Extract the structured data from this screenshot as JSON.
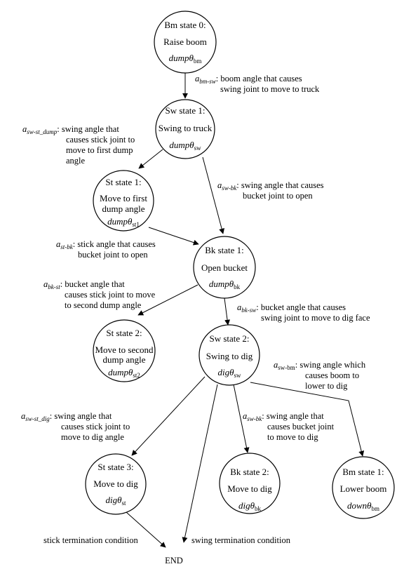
{
  "nodes": {
    "bm0": {
      "title": "Bm state 0:",
      "label": "Raise boom",
      "param_main": "dumpθ",
      "param_sub": "bm"
    },
    "sw1": {
      "title": "Sw state 1:",
      "label": "Swing to truck",
      "param_main": "dumpθ",
      "param_sub": "sw"
    },
    "st1": {
      "title": "St state 1:",
      "label1": "Move to first",
      "label2": "dump angle",
      "param_main": "dumpθ",
      "param_sub": "st1"
    },
    "bk1": {
      "title": "Bk state 1:",
      "label": "Open bucket",
      "param_main": "dumpθ",
      "param_sub": "bk"
    },
    "st2": {
      "title": "St state 2:",
      "label1": "Move to second",
      "label2": "dump angle",
      "param_main": "dumpθ",
      "param_sub": "st2"
    },
    "sw2": {
      "title": "Sw state 2:",
      "label": "Swing to dig",
      "param_main": "digθ",
      "param_sub": "sw"
    },
    "st3": {
      "title": "St state 3:",
      "label": "Move to dig",
      "param_main": "digθ",
      "param_sub": "st"
    },
    "bk2": {
      "title": "Bk state 2:",
      "label": "Move to dig",
      "param_main": "digθ",
      "param_sub": "bk"
    },
    "bm1": {
      "title": "Bm state 1:",
      "label": "Lower boom",
      "param_main": "downθ",
      "param_sub": "bm"
    }
  },
  "annotations": {
    "a_bm_sw": {
      "sym": "a",
      "sub": "bm-sw",
      "line1": ": boom angle that causes",
      "line2": "swing joint to move to truck"
    },
    "a_sw_st_dump": {
      "sym": "a",
      "sub": "sw-st_dump",
      "line1": ": swing angle that",
      "line2": "causes stick joint to",
      "line3": "move to first dump",
      "line4": "angle"
    },
    "a_sw_bk": {
      "sym": "a",
      "sub": "sw-bk",
      "line1": ": swing angle that causes",
      "line2": "bucket joint to open"
    },
    "a_st_bk": {
      "sym": "a",
      "sub": "st-bk",
      "line1": ": stick angle that causes",
      "line2": "bucket joint to open"
    },
    "a_bk_st": {
      "sym": "a",
      "sub": "bk-st",
      "line1": ": bucket angle that",
      "line2": "causes stick joint to move",
      "line3": "to second dump angle"
    },
    "a_bk_sw": {
      "sym": "a",
      "sub": "bk-sw",
      "line1": ": bucket angle that causes",
      "line2": "swing joint to move to dig face"
    },
    "a_sw_bm": {
      "sym": "a",
      "sub": "sw-bm",
      "line1": ": swing angle which",
      "line2": "causes boom to",
      "line3": "lower to dig"
    },
    "a_sw_st_dig": {
      "sym": "a",
      "sub": "sw-st_dig",
      "line1": ": swing angle that",
      "line2": "causes stick joint to",
      "line3": "move to dig angle"
    },
    "a_sw_bk2": {
      "sym": "a",
      "sub": "sw-bk",
      "line1": ": swing angle that",
      "line2": "causes bucket joint",
      "line3": "to move to dig"
    }
  },
  "terminations": {
    "stick": "stick termination condition",
    "swing": "swing termination condition",
    "end": "END"
  }
}
